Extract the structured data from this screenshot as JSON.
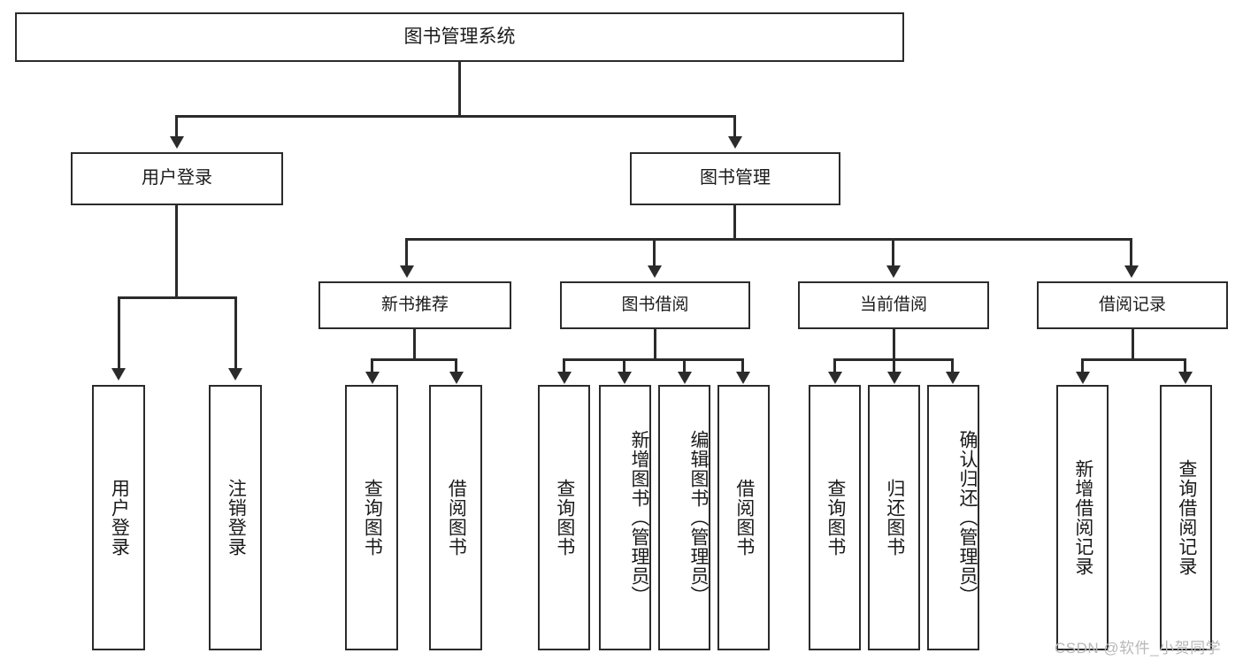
{
  "diagram": {
    "type": "tree-hierarchy-chart",
    "title": "图书管理系统",
    "root": {
      "label": "图书管理系统"
    },
    "level2": [
      {
        "label": "用户登录"
      },
      {
        "label": "图书管理"
      }
    ],
    "level3": [
      {
        "label": "新书推荐"
      },
      {
        "label": "图书借阅"
      },
      {
        "label": "当前借阅"
      },
      {
        "label": "借阅记录"
      }
    ],
    "leaves": [
      {
        "label": "用户登录",
        "parent": "用户登录"
      },
      {
        "label": "注销登录",
        "parent": "用户登录"
      },
      {
        "label": "查询图书",
        "parent": "新书推荐"
      },
      {
        "label": "借阅图书",
        "parent": "新书推荐"
      },
      {
        "label": "查询图书",
        "parent": "图书借阅"
      },
      {
        "label": "新增图书（管理员）",
        "parent": "图书借阅"
      },
      {
        "label": "编辑图书（管理员）",
        "parent": "图书借阅"
      },
      {
        "label": "借阅图书",
        "parent": "图书借阅"
      },
      {
        "label": "查询图书",
        "parent": "当前借阅"
      },
      {
        "label": "归还图书",
        "parent": "当前借阅"
      },
      {
        "label": "确认归还（管理员）",
        "parent": "当前借阅"
      },
      {
        "label": "新增借阅记录",
        "parent": "借阅记录"
      },
      {
        "label": "查询借阅记录",
        "parent": "借阅记录"
      }
    ]
  },
  "watermark": {
    "text": "CSDN @软件_小贺同学"
  },
  "colors": {
    "background": "#ffffff",
    "box_fill": "#ffffff",
    "box_stroke": "#2b2b2b",
    "text": "#1a1a1a",
    "watermark": "#b8b8b8"
  }
}
